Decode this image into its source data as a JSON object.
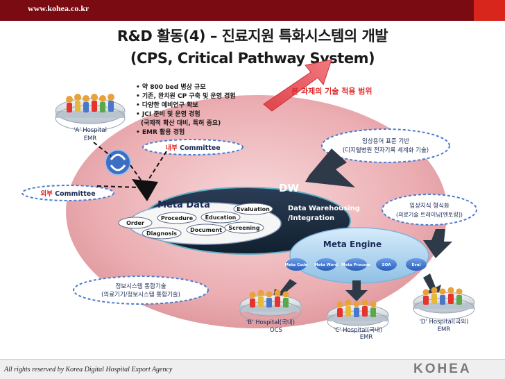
{
  "header": {
    "url": "www.kohea.co.kr"
  },
  "title": {
    "line1": "R&D 활동(4) – 진료지원 특화시스템의 개발",
    "line2": "(CPS, Critical Pathway System)"
  },
  "features": [
    "• 약 800 bed 병상 규모",
    "• 기존, 완치원 CP 구축 및 운영 경험",
    "• 다양한 예비연구 확보",
    "• JCI 준비 및 운영 경험",
    "(국제적 확산 대비, 특허 중요)",
    "• EMR 활용 경험"
  ],
  "scope_label": "본 과제의 기술  적용 범위",
  "hospital_a": {
    "name": "'A' Hospital",
    "sys": "EMR"
  },
  "internal_committee": {
    "prefix": "내부",
    "suffix": " Committee"
  },
  "external_committee": {
    "prefix": "외부",
    "suffix": " Committee"
  },
  "standard": {
    "line1": "임상용어 표준 기반",
    "line2": "(디지털병원 전자기록 세계화 기술)"
  },
  "dw": {
    "title": "DW",
    "line1": "Data Warehousing",
    "line2": "/Integration"
  },
  "meta_data": {
    "title": "Meta Data",
    "items": [
      "Evaluation",
      "Procedure",
      "Education",
      "Order",
      "Document",
      "Screening",
      "Diagnosis"
    ]
  },
  "clinical": {
    "line1": "임상지식 형식화",
    "line2": "(의료기술 트레이닝[멘토링])"
  },
  "meta_engine": {
    "title": "Meta Engine",
    "items": [
      "Meta Code",
      "Meta Word",
      "Meta Process",
      "SOA",
      "Eval"
    ]
  },
  "info_tech": {
    "line1": "정보시스템 통합기술",
    "line2": "(의료기기/정보시스템 통합기술)"
  },
  "hospital_b": {
    "name": "'B' Hospital(국내)",
    "sys": "OCS"
  },
  "hospital_c": {
    "name": "'C' Hospital(국내)",
    "sys": "EMR"
  },
  "hospital_d": {
    "name": "'D' Hospital(국외)",
    "sys": "EMR"
  },
  "footer": {
    "copyright": "All rights reserved by Korea Digital Hospital Export Agency",
    "logo": "KOHEA"
  },
  "colors": {
    "brand_dark": "#7a0b12",
    "brand_red": "#d9261c",
    "ellipse_pink": "#e8a8ac",
    "accent_blue": "#4a7bd0"
  }
}
